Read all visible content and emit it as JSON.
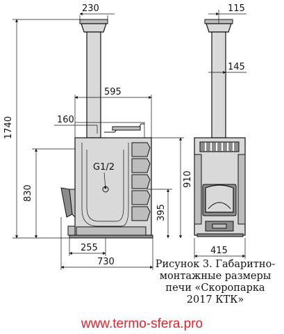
{
  "dimensions": {
    "chimney_width": "230",
    "chimney_offset_side": "115",
    "chimney_depth_side": "145",
    "total_height": "1740",
    "tank_width": "595",
    "fitting_offset": "160",
    "thread_label": "G1/2",
    "body_height": "830",
    "height_side": "910",
    "door_height": "395",
    "door_offset": "255",
    "total_width": "730",
    "side_width": "415"
  },
  "caption": "Рисунок 3. Габаритно-\nмонтажные размеры\nпечи «Скоропарка\n2017 КТК»",
  "website": "www.termo-sfera.pro"
}
